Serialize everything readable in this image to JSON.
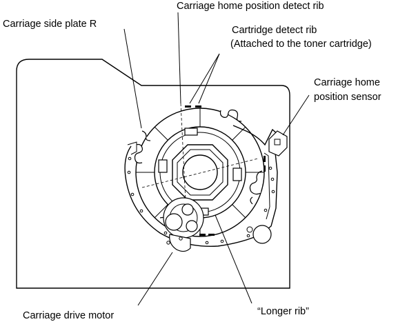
{
  "labels": {
    "home_rib": "Carriage home position detect rib",
    "side_plate": "Carriage side plate R",
    "cart_rib_line1": "Cartridge detect rib",
    "cart_rib_line2": "(Attached to the toner cartridge)",
    "sensor_line1": "Carriage home",
    "sensor_line2": "position sensor",
    "drive_motor": "Carriage drive motor",
    "longer_rib": "“Longer rib”"
  }
}
